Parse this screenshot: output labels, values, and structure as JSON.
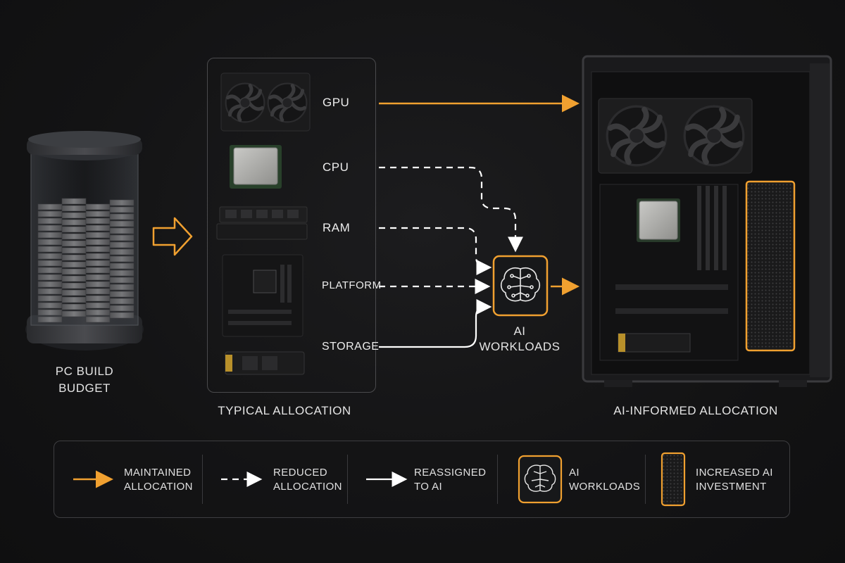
{
  "budget": {
    "caption_line1": "PC BUILD",
    "caption_line2": "BUDGET"
  },
  "typical": {
    "caption": "TYPICAL ALLOCATION",
    "components": [
      {
        "label": "GPU"
      },
      {
        "label": "CPU"
      },
      {
        "label": "RAM"
      },
      {
        "label": "PLATFORM"
      },
      {
        "label": "STORAGE"
      }
    ]
  },
  "ai_node": {
    "line1": "AI",
    "line2": "WORKLOADS"
  },
  "ai_informed": {
    "caption": "AI-INFORMED ALLOCATION"
  },
  "legend": {
    "maintained": "MAINTAINED\nALLOCATION",
    "reduced": "REDUCED\nALLOCATION",
    "reassigned": "REASSIGNED\nTO AI",
    "ai_workloads": "AI\nWORKLOADS",
    "increased": "INCREASED AI\nINVESTMENT"
  },
  "colors": {
    "accent": "#f0a030",
    "line": "#ffffff",
    "background": "#141415"
  }
}
